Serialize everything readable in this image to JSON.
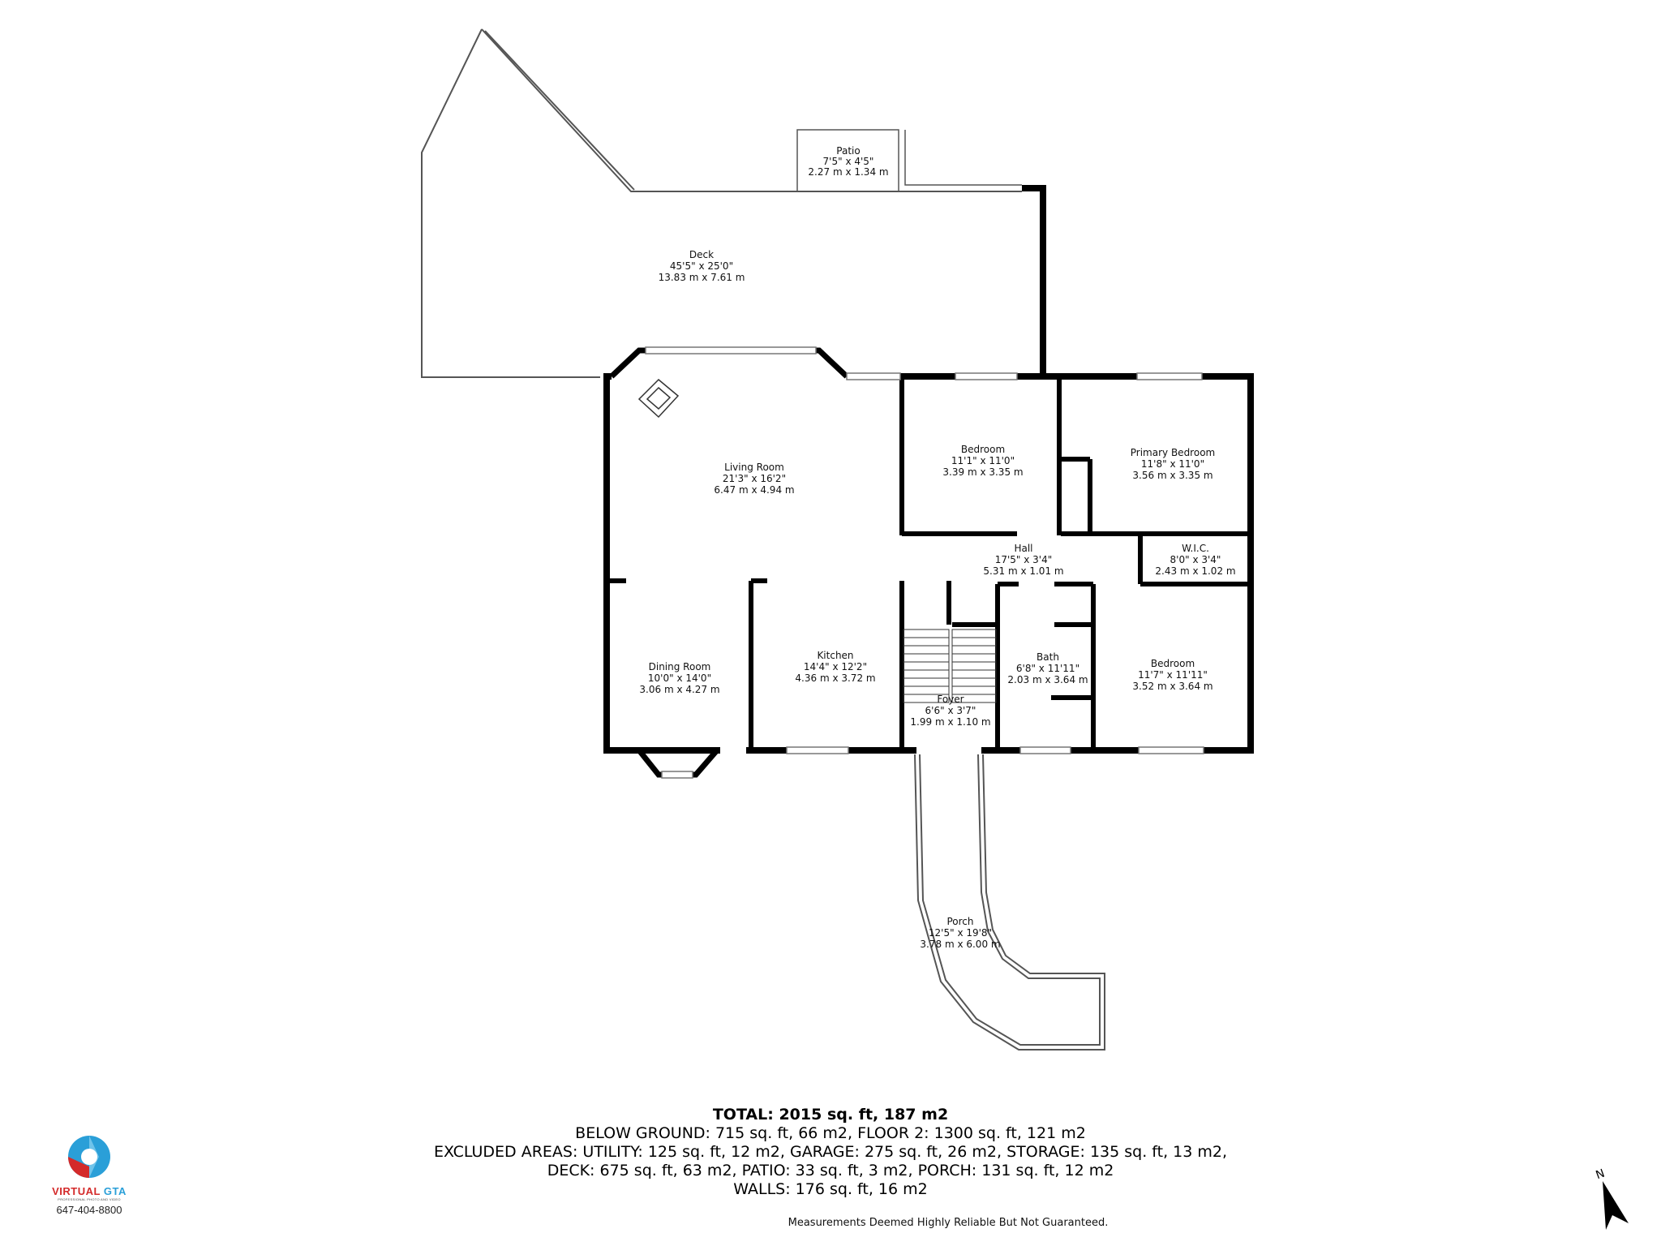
{
  "rooms": {
    "deck": {
      "name": "Deck",
      "imperial": "45'5\" x 25'0\"",
      "metric": "13.83 m x 7.61 m"
    },
    "patio": {
      "name": "Patio",
      "imperial": "7'5\" x 4'5\"",
      "metric": "2.27 m x 1.34 m"
    },
    "living_room": {
      "name": "Living Room",
      "imperial": "21'3\" x 16'2\"",
      "metric": "6.47 m x 4.94 m"
    },
    "bedroom_1": {
      "name": "Bedroom",
      "imperial": "11'1\" x 11'0\"",
      "metric": "3.39 m x 3.35 m"
    },
    "primary_bedroom": {
      "name": "Primary Bedroom",
      "imperial": "11'8\" x 11'0\"",
      "metric": "3.56 m x 3.35 m"
    },
    "hall": {
      "name": "Hall",
      "imperial": "17'5\" x 3'4\"",
      "metric": "5.31 m x 1.01 m"
    },
    "wic": {
      "name": "W.I.C.",
      "imperial": "8'0\" x 3'4\"",
      "metric": "2.43 m x 1.02 m"
    },
    "dining_room": {
      "name": "Dining Room",
      "imperial": "10'0\" x 14'0\"",
      "metric": "3.06 m x 4.27 m"
    },
    "kitchen": {
      "name": "Kitchen",
      "imperial": "14'4\" x 12'2\"",
      "metric": "4.36 m x 3.72 m"
    },
    "foyer": {
      "name": "Foyer",
      "imperial": "6'6\" x 3'7\"",
      "metric": "1.99 m x 1.10 m"
    },
    "bath": {
      "name": "Bath",
      "imperial": "6'8\" x 11'11\"",
      "metric": "2.03 m x 3.64 m"
    },
    "bedroom_2": {
      "name": "Bedroom",
      "imperial": "11'7\" x 11'11\"",
      "metric": "3.52 m x 3.64 m"
    },
    "porch": {
      "name": "Porch",
      "imperial": "12'5\" x 19'8\"",
      "metric": "3.78 m x 6.00 m"
    }
  },
  "summary": {
    "total": "TOTAL: 2015 sq. ft, 187 m2",
    "line1": "BELOW GROUND: 715 sq. ft, 66 m2, FLOOR 2: 1300 sq. ft, 121 m2",
    "line2": "EXCLUDED AREAS: UTILITY: 125 sq. ft, 12 m2, GARAGE: 275 sq. ft, 26 m2, STORAGE: 135 sq. ft, 13 m2,",
    "line3": "DECK: 675 sq. ft, 63 m2, PATIO: 33 sq. ft, 3 m2, PORCH: 131 sq. ft, 12 m2",
    "line4": "WALLS: 176 sq. ft, 16 m2"
  },
  "disclaimer": "Measurements Deemed Highly Reliable But Not Guaranteed.",
  "logo": {
    "brand_a": "VIRTUAL",
    "brand_b": "GTA",
    "tagline": "PROFESSIONAL PHOTO AND VIDEO",
    "phone": "647-404-8800"
  },
  "compass": {
    "label": "N",
    "icon": "north-arrow-icon"
  },
  "colors": {
    "wall": "#000000",
    "outline": "#555555",
    "logo_blue": "#2a9fd8",
    "logo_red": "#d42a2a"
  }
}
